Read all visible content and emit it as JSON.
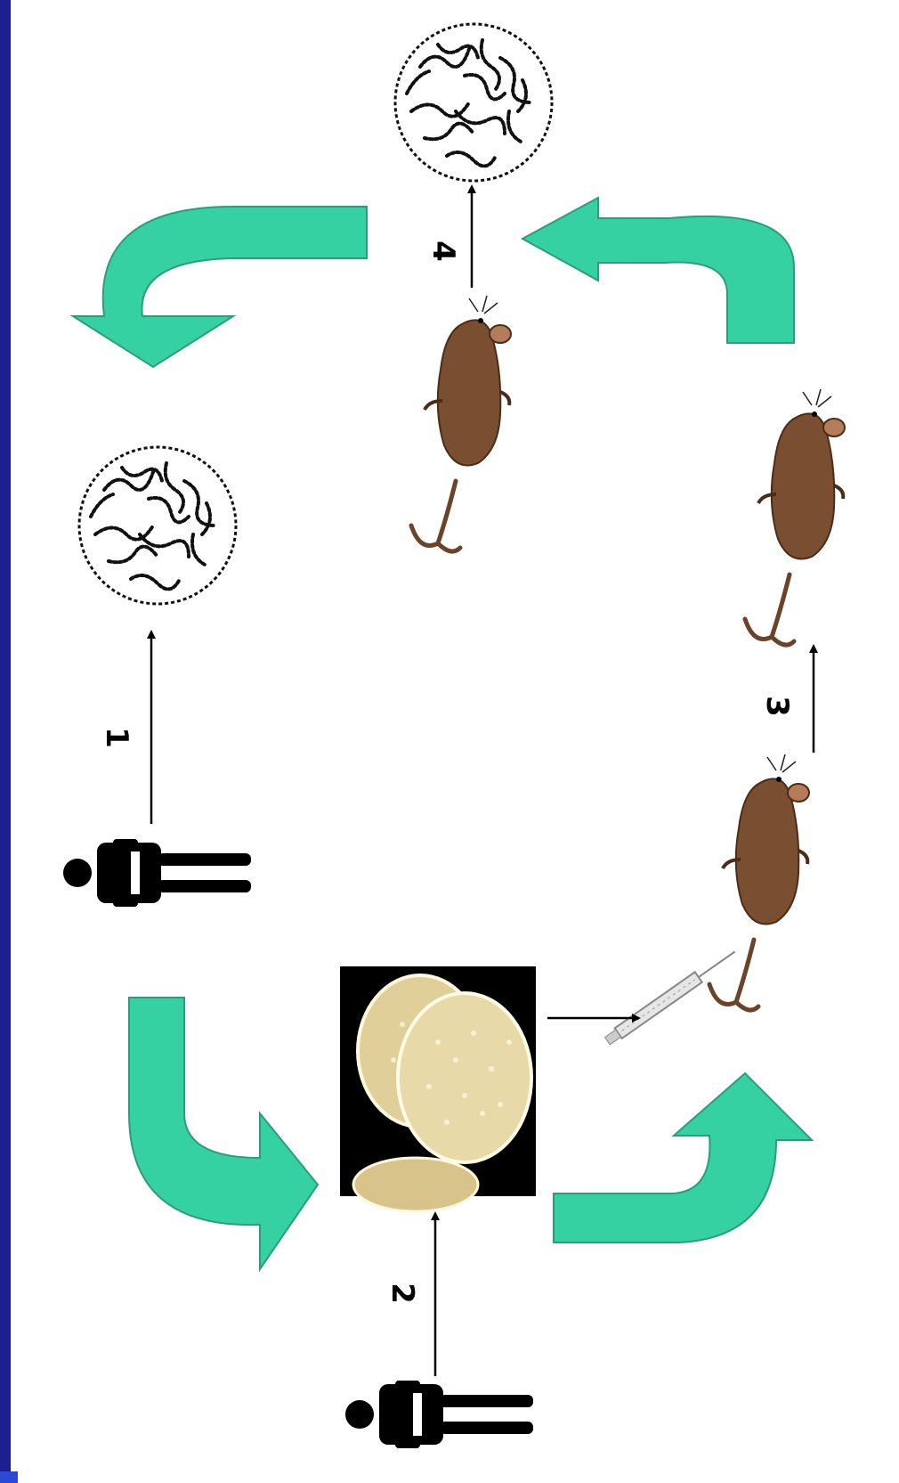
{
  "steps": [
    {
      "number": "1"
    },
    {
      "number": "2"
    },
    {
      "number": "3"
    },
    {
      "number": "4"
    }
  ],
  "colors": {
    "cycle_arrow": "#35d1a3",
    "cycle_arrow_stroke": "#2a9e7c",
    "mouse_body": "#7a4e30",
    "mouse_dark": "#4a2c18",
    "culture_plate_bg": "#000000",
    "culture_plate": "#e8d9a8",
    "border": "#1b1f8f"
  },
  "icons": [
    "bacteria-colony-icon",
    "person-icon",
    "mouse-icon",
    "petri-dish-photo",
    "syringe-icon",
    "cycle-arrow-icon"
  ]
}
